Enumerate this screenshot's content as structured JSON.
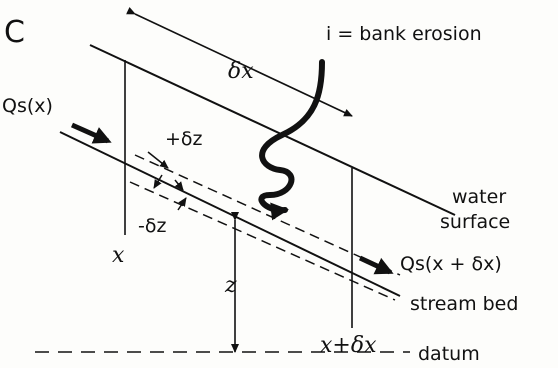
{
  "panel_label": "C",
  "labels": {
    "bank_erosion": "i = bank erosion",
    "delta_x": "δx",
    "qs_in": "Qs(x)",
    "qs_out": "Qs(x + δx)",
    "plus_dz": "+δz",
    "minus_dz": "-δz",
    "x": "x",
    "x_plus_dx": "x+δx",
    "z": "z",
    "water_surface_1": "water",
    "water_surface_2": "surface",
    "stream_bed": "stream bed",
    "datum": "datum"
  }
}
